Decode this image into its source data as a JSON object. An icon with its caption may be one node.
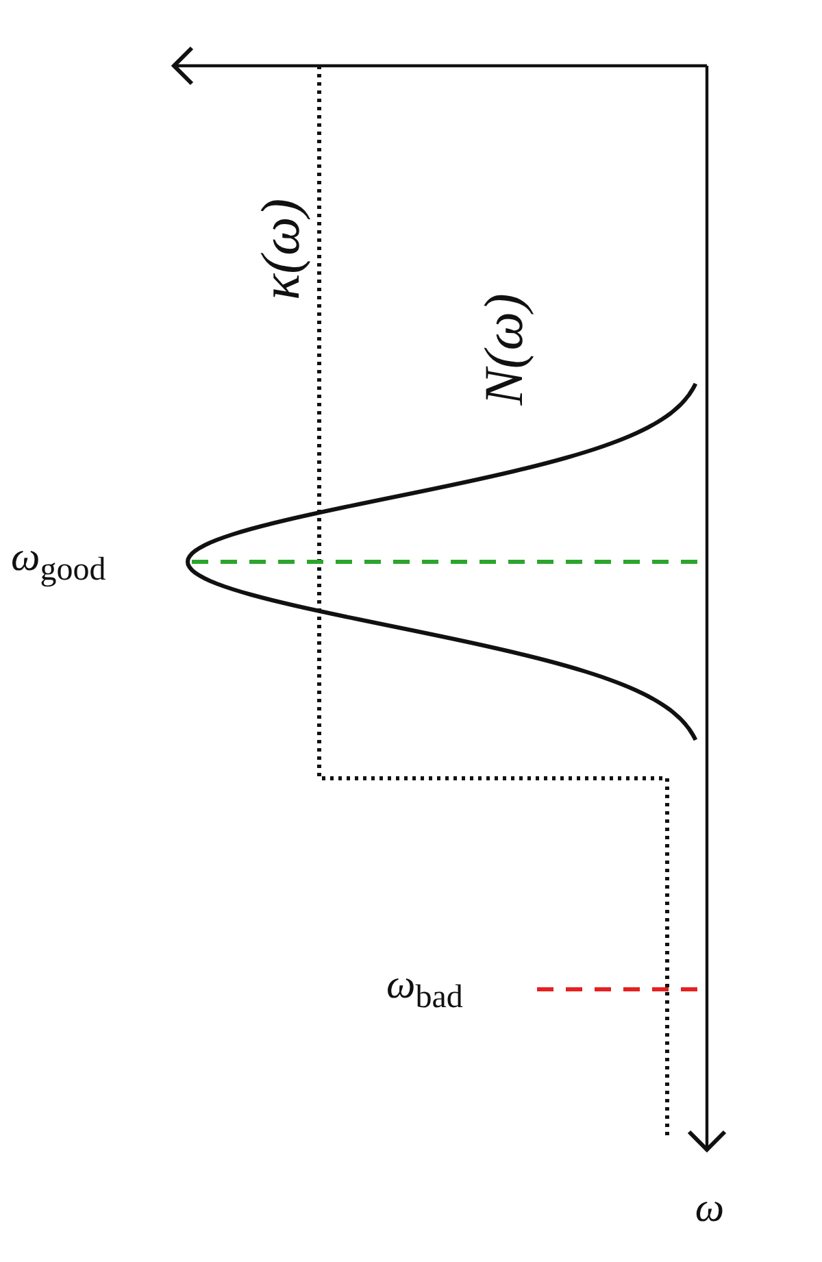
{
  "diagram": {
    "labels": [
      "κ(ω)",
      "N(ω)",
      "ω$_{good}$",
      "ω$_{bad}$",
      "ω"
    ]
  }
}
